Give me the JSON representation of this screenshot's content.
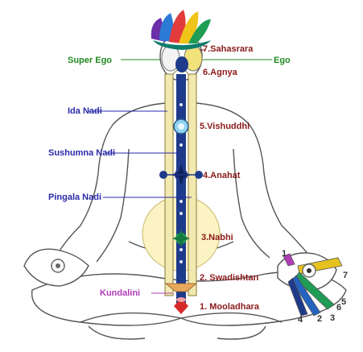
{
  "labels": {
    "sahasrara": "7.Sahasrara",
    "agnya": "6.Agnya",
    "vishuddhi": "5.Vishuddhi",
    "anahat": "4.Anahat",
    "nabhi": "3.Nabhi",
    "swadishtan": "2. Swadishtan",
    "mooladhara": "1. Mooladhara",
    "super_ego": "Super Ego",
    "ego": "Ego",
    "ida": "Ida Nadi",
    "sushumna": "Sushumna Nadi",
    "pingala": "Pingala Nadi",
    "kundalini": "Kundalini"
  },
  "fingers": [
    "7",
    "6",
    "5",
    "4",
    "3",
    "2",
    "1"
  ],
  "colors": {
    "chakra_label": "#8b1a1a",
    "nadi_label": "#2a2aa8",
    "ego_label": "#1f8a1f",
    "kundalini_label": "#b03cb8",
    "left_channel": "#f2e9b0",
    "center_channel": "#1e3a8a",
    "nabhi_halo": "#fbf3c3"
  }
}
